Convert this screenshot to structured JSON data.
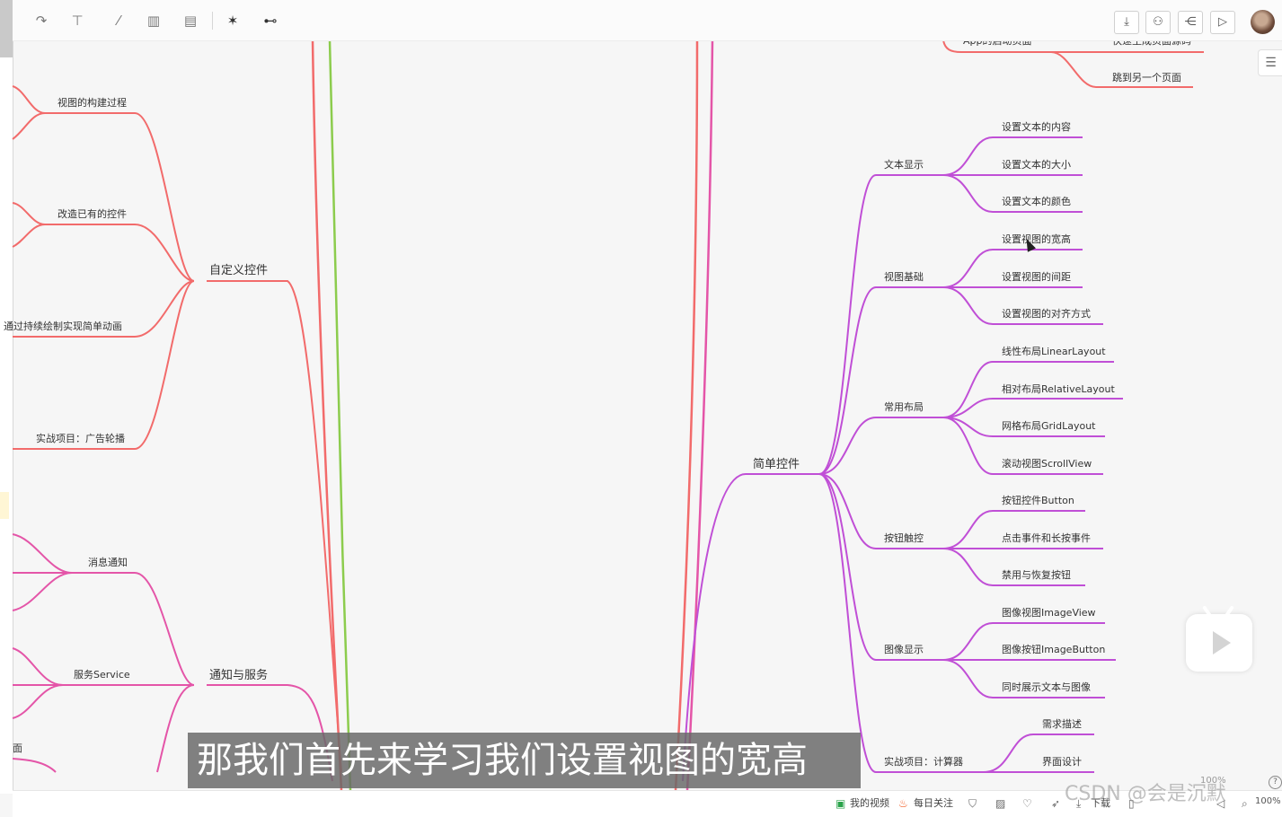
{
  "toolbar": {
    "left_icons": [
      "redo-icon",
      "format-painter-icon",
      "brush-icon",
      "layout-icon",
      "frame-icon",
      "magic-icon",
      "insert-node-icon"
    ],
    "right_icons": [
      "download-icon",
      "collaborate-icon",
      "share-icon",
      "present-icon"
    ],
    "faint_title_fragment": "App的启动页面"
  },
  "map": {
    "top_right_fragment": "快速生成页面源码",
    "top_right_leaf": "跳到另一个页面",
    "left_branches": [
      {
        "label": "自定义控件",
        "children": [
          "视图的构建过程",
          "改造已有的控件",
          "通过持续绘制实现简单动画",
          "实战项目：广告轮播"
        ]
      },
      {
        "label": "通知与服务",
        "children": [
          "消息通知",
          "服务Service",
          "面"
        ]
      }
    ],
    "right_root": {
      "label": "简单控件",
      "groups": [
        {
          "label": "文本显示",
          "children": [
            "设置文本的内容",
            "设置文本的大小",
            "设置文本的颜色"
          ]
        },
        {
          "label": "视图基础",
          "children": [
            "设置视图的宽高",
            "设置视图的间距",
            "设置视图的对齐方式"
          ]
        },
        {
          "label": "常用布局",
          "children": [
            "线性布局LinearLayout",
            "相对布局RelativeLayout",
            "网格布局GridLayout",
            "滚动视图ScrollView"
          ]
        },
        {
          "label": "按钮触控",
          "children": [
            "按钮控件Button",
            "点击事件和长按事件",
            "禁用与恢复按钮"
          ]
        },
        {
          "label": "图像显示",
          "children": [
            "图像视图ImageView",
            "图像按钮ImageButton",
            "同时展示文本与图像"
          ]
        },
        {
          "label": "实战项目：计算器",
          "children": [
            "需求描述",
            "界面设计"
          ]
        }
      ]
    }
  },
  "subtitle": "那我们首先来学习我们设置视图的宽高",
  "statusbar": {
    "my_videos": "我的视频",
    "daily_follow": "每日关注",
    "download": "下载",
    "zoom": "100%",
    "zoom_faint": "100%"
  },
  "watermark": "CSDN @会是沉默",
  "colors": {
    "red_branch": "#f26b6b",
    "pink_branch": "#e455a8",
    "purple_branch": "#c04fd6",
    "green_branch": "#8ccc4d",
    "subtitle_bg": "#696969"
  }
}
